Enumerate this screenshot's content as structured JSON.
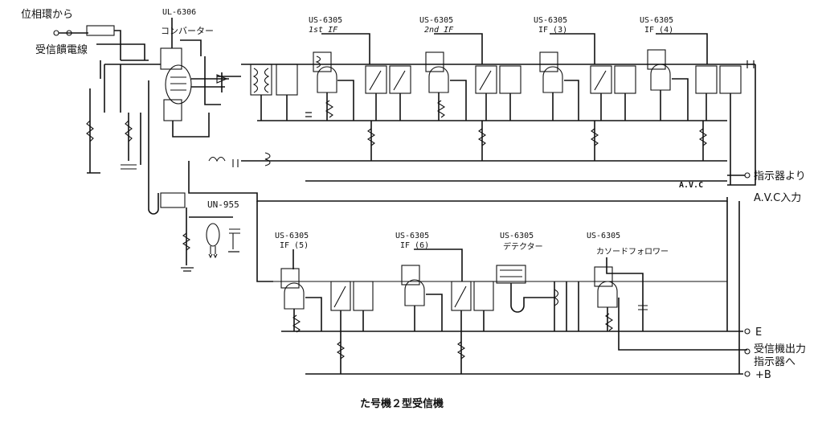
{
  "labels": {
    "phase_ring": "位相環から",
    "feeder": "受信饋電線",
    "converter_tube": "UL-6306",
    "converter": "コンバーター",
    "if1_tube": "US-6305",
    "if1": "1st IF",
    "if2_tube": "US-6305",
    "if2": "2nd IF",
    "if3_tube": "US-6305",
    "if3": "IF (3)",
    "if4_tube": "US-6305",
    "if4": "IF (4)",
    "indicator_from": "指示器より",
    "avc": "A.V.C",
    "avc_in": "A.V.C入力",
    "osc_tube": "UN-955",
    "if5_tube": "US-6305",
    "if5": "IF (5)",
    "if6_tube": "US-6305",
    "if6": "IF (6)",
    "det_tube": "US-6305",
    "detector": "デテクター",
    "cf_tube": "US-6305",
    "cathode_follower": "カソードフォロワー",
    "earth": "E",
    "output_line1": "受信機出力",
    "output_line2": "指示器へ",
    "plus_b": "+B"
  },
  "caption": "た号機２型受信機"
}
